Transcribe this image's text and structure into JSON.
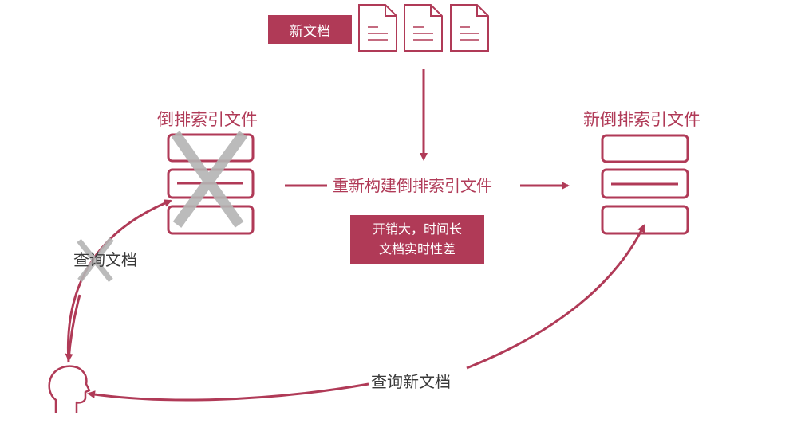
{
  "new_docs": {
    "label": "新文档"
  },
  "old_index": {
    "label": "倒排索引文件"
  },
  "new_index": {
    "label": "新倒排索引文件"
  },
  "rebuild": {
    "label": "重新构建倒排索引文件"
  },
  "cost_note": {
    "line1": "开销大，时间长",
    "line2": "文档实时性差"
  },
  "query_old": {
    "label": "查询文档"
  },
  "query_new": {
    "label": "查询新文档"
  },
  "colors": {
    "accent": "#b03a57",
    "cross": "#b4b4b4",
    "text": "#3a3a3a"
  },
  "icons": [
    "document-icon",
    "index-stack-icon",
    "user-head-icon",
    "cross-icon",
    "arrow-icon"
  ]
}
